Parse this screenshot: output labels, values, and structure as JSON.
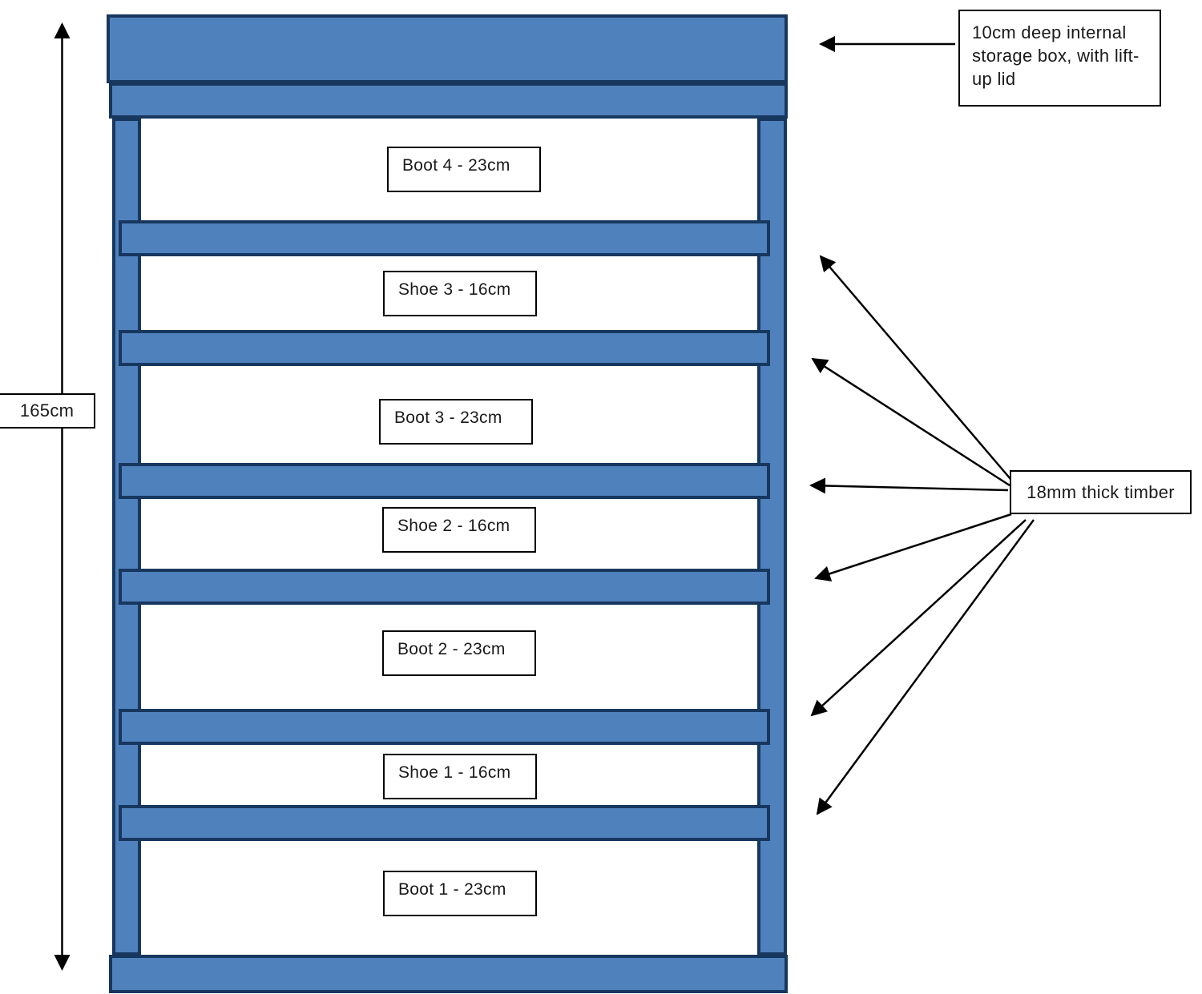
{
  "diagram": {
    "dimension_label": "165cm",
    "annotations": {
      "storage_box": "10cm deep internal storage box, with lift-up lid",
      "timber": "18mm thick timber"
    },
    "rack": {
      "compartments": [
        {
          "label": "Boot 4 - 23cm"
        },
        {
          "label": "Shoe 3 - 16cm"
        },
        {
          "label": "Boot 3 - 23cm"
        },
        {
          "label": "Shoe 2 - 16cm"
        },
        {
          "label": "Boot 2 - 23cm"
        },
        {
          "label": "Shoe 1 - 16cm"
        },
        {
          "label": "Boot 1 - 23cm"
        }
      ],
      "shelf_bar_count": 6
    },
    "colors": {
      "timber_fill": "#4F81BD",
      "timber_border": "#17375E",
      "arrow": "#000000",
      "background": "#FFFFFF"
    }
  }
}
